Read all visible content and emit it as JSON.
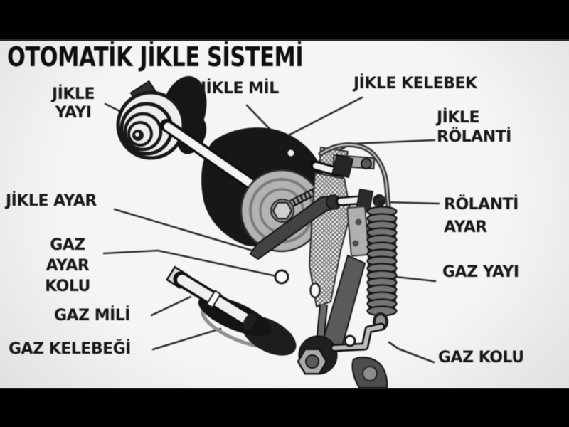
{
  "title": "OTOMATİK JİKLE SİSTEMİ",
  "labels": {
    "jikle_yayi": {
      "text": "JİKLE\nYAYI"
    },
    "jikle_mil": {
      "text": "JİKLE MİL"
    },
    "jikle_kelebek": {
      "text": "JİKLE KELEBEK"
    },
    "jikle_rolanti": {
      "text": "JİKLE\nRÖLANTİ"
    },
    "jikle_ayar": {
      "text": "JİKLE AYAR"
    },
    "gaz_ayar_kolu": {
      "text": "GAZ\nAYAR\nKOLU"
    },
    "gaz_mili": {
      "text": "GAZ MİLİ"
    },
    "gaz_kelebegi": {
      "text": "GAZ KELEBEĞİ"
    },
    "rolanti_ayar": {
      "text": "RÖLANTİ\nAYAR"
    },
    "gaz_yayi": {
      "text": "GAZ YAYI"
    },
    "gaz_kolu": {
      "text": "GAZ KOLU"
    }
  },
  "colors": {
    "letterbox": "#000000",
    "paper": "#f5f5f3",
    "ink": "#181818",
    "metal_gray": "#b3b3b1",
    "dark_part": "#171717"
  }
}
